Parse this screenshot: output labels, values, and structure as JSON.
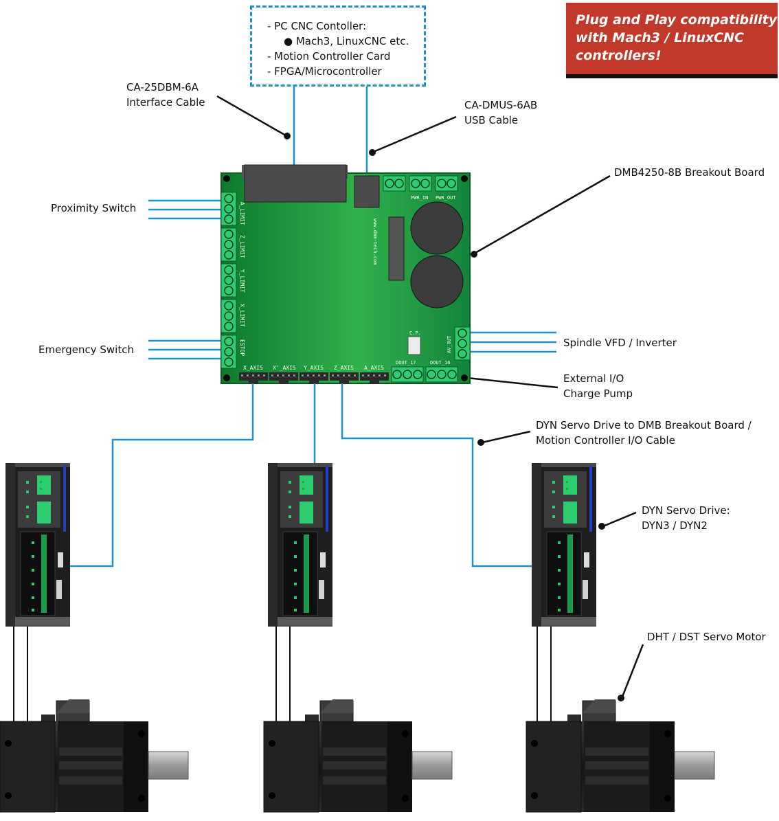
{
  "promo": {
    "line1": "Plug and Play compatibility",
    "line2": "with Mach3 / LinuxCNC",
    "line3": "controllers!"
  },
  "pc_box": {
    "line1": "- PC CNC Contoller:",
    "line2": "● Mach3, LinuxCNC etc.",
    "line3": "- Motion Controller Card",
    "line4": "- FPGA/Microcontroller"
  },
  "labels": {
    "interface_cable_1": "CA-25DBM-6A",
    "interface_cable_2": "Interface Cable",
    "usb_cable_1": "CA-DMUS-6AB",
    "usb_cable_2": "USB Cable",
    "breakout_board": "DMB4250-8B Breakout Board",
    "proximity_switch": "Proximity Switch",
    "emergency_switch": "Emergency Switch",
    "spindle": "Spindle VFD / Inverter",
    "external_io_1": "External I/O",
    "external_io_2": "Charge Pump",
    "io_cable_1": "DYN Servo Drive to DMB Breakout Board /",
    "io_cable_2": "Motion Controller I/O Cable",
    "servo_drive_1": "DYN Servo Drive:",
    "servo_drive_2": "DYN3 / DYN2",
    "servo_motor": "DHT / DST Servo Motor"
  },
  "board": {
    "silk_url": "www.dmm-tech.com",
    "left_connectors": [
      "A_LIMIT",
      "Z_LIMIT",
      "Y_LIMIT",
      "X_LIMIT",
      "ESTOP"
    ],
    "bottom_headers": [
      "X_AXIS",
      "X'_AXIS",
      "Y_AXIS",
      "Z_AXIS",
      "A_AXIS"
    ],
    "top_right": [
      "PWR_IN",
      "PWR_OUT"
    ],
    "dout": [
      "DOUT_17",
      "DOUT_16"
    ],
    "av_out": "AV_OUT",
    "cp": "C.P."
  },
  "colors": {
    "cable": "#1e90c8",
    "board_green": "#1a9a3a",
    "terminal_green": "#2ecc71",
    "promo_red": "#c0392b",
    "drive_dark": "#1e1e1e",
    "motor_dark": "#1a1a1a"
  }
}
